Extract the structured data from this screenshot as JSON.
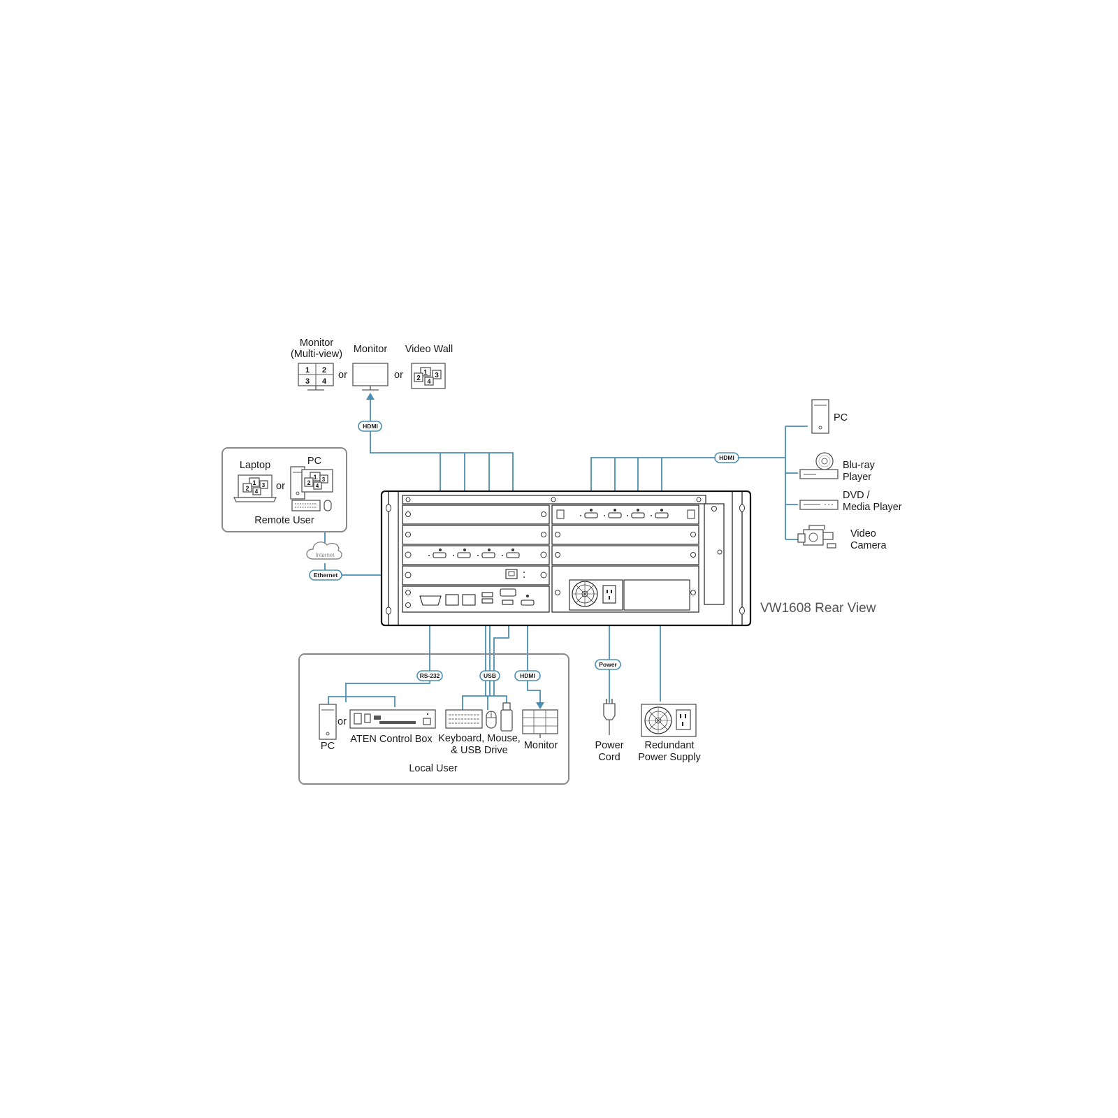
{
  "diagram": {
    "title": "VW1608 Rear View",
    "displays": {
      "monitor_multiview": "Monitor\n(Multi-view)",
      "monitor": "Monitor",
      "video_wall": "Video Wall",
      "or_label": "or",
      "quad_numbers": [
        "1",
        "2",
        "3",
        "4"
      ]
    },
    "remote_user": {
      "title": "Remote User",
      "laptop": "Laptop",
      "pc": "PC",
      "or_label": "or"
    },
    "sources": {
      "pc": "PC",
      "bluray": "Blu-ray\nPlayer",
      "dvd": "DVD /\nMedia Player",
      "camera": "Video\nCamera"
    },
    "local_user": {
      "title": "Local User",
      "pc": "PC",
      "or_label": "or",
      "control_box": "ATEN Control Box",
      "kbd": "Keyboard, Mouse,\n& USB Drive",
      "monitor": "Monitor"
    },
    "power": {
      "cord": "Power\nCord",
      "redundant": "Redundant\nPower Supply"
    },
    "cable_tags": {
      "hdmi_out": "HDMI",
      "hdmi_in": "HDMI",
      "ethernet": "Ethernet",
      "internet": "Internet",
      "rs232": "RS-232",
      "usb": "USB",
      "hdmi_local": "HDMI",
      "power": "Power"
    },
    "colors": {
      "cable": "#4a8fb3",
      "device_stroke": "#555555",
      "group_border": "#8a8a8a"
    }
  }
}
